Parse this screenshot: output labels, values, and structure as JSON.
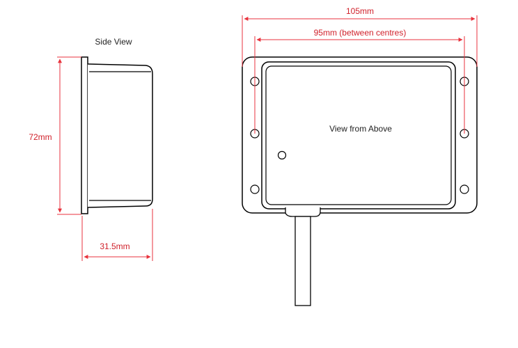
{
  "side_view": {
    "label": "Side View",
    "height_dim": "72mm",
    "depth_dim": "31.5mm"
  },
  "top_view": {
    "label": "View from Above",
    "width_dim": "105mm",
    "hole_spacing_dim": "95mm (between centres)"
  },
  "colors": {
    "outline": "#000000",
    "dimension": "#e8323c",
    "dimension_text": "#d0202a",
    "background": "#ffffff"
  }
}
